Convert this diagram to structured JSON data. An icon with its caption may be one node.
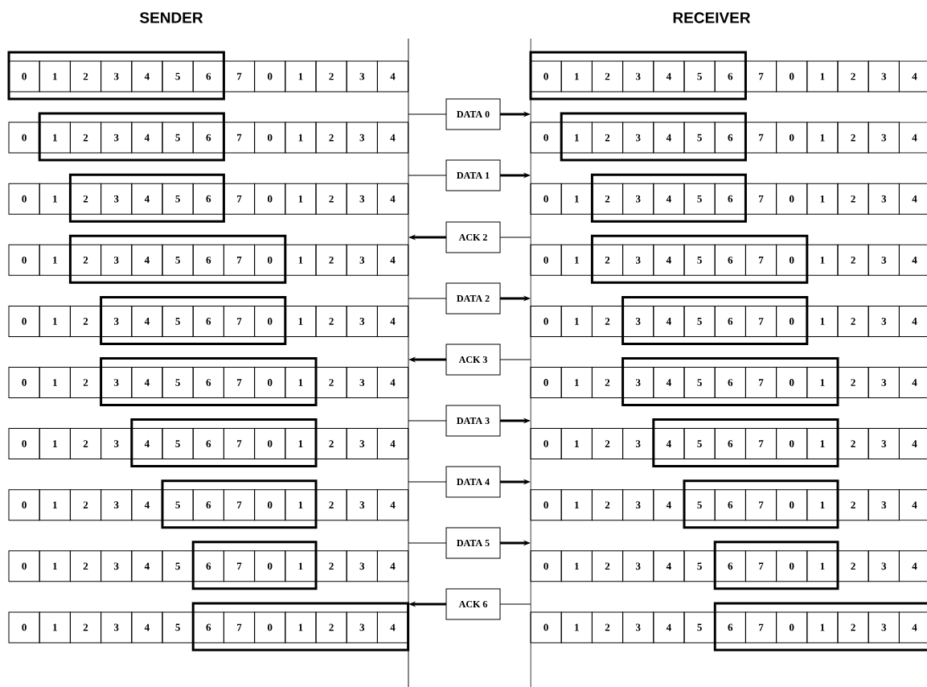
{
  "diagram": {
    "nodes": [
      {
        "text": [],
        "shape": "line"
      },
      {
        "text": [],
        "shape": "line"
      },
      {
        "text": [
          "DATA 0"
        ]
      },
      {
        "text": [
          "DATA 1"
        ]
      },
      {
        "text": [
          "ACK 2"
        ]
      },
      {
        "text": [
          "DATA 2"
        ]
      },
      {
        "text": [
          "ACK 3"
        ]
      },
      {
        "text": [
          "DATA 3"
        ]
      },
      {
        "text": [
          "DATA 4"
        ]
      },
      {
        "text": [
          "DATA 5"
        ]
      },
      {
        "text": [
          "ACK 6"
        ]
      }
    ],
    "edges": [
      {
        "from": 0,
        "to": 2,
        "arrow": "none"
      },
      {
        "from": 2,
        "to": 1,
        "arrow": "to",
        "style": "thick"
      },
      {
        "from": 0,
        "to": 3,
        "arrow": "none"
      },
      {
        "from": 3,
        "to": 1,
        "arrow": "to",
        "style": "thick"
      },
      {
        "from": 1,
        "to": 4,
        "arrow": "none"
      },
      {
        "from": 4,
        "to": 0,
        "arrow": "to",
        "style": "thick"
      },
      {
        "from": 0,
        "to": 5,
        "arrow": "none"
      },
      {
        "from": 5,
        "to": 1,
        "arrow": "to",
        "style": "thick"
      },
      {
        "from": 1,
        "to": 6,
        "arrow": "none"
      },
      {
        "from": 6,
        "to": 0,
        "arrow": "to",
        "style": "thick"
      },
      {
        "from": 0,
        "to": 7,
        "arrow": "none"
      },
      {
        "from": 7,
        "to": 1,
        "arrow": "to",
        "style": "thick"
      },
      {
        "from": 0,
        "to": 8,
        "arrow": "none"
      },
      {
        "from": 8,
        "to": 1,
        "arrow": "to",
        "style": "thick"
      },
      {
        "from": 0,
        "to": 9,
        "arrow": "none"
      },
      {
        "from": 9,
        "to": 1,
        "arrow": "to",
        "style": "thick"
      },
      {
        "from": 1,
        "to": 10,
        "arrow": "none"
      },
      {
        "from": 10,
        "to": 0,
        "arrow": "to",
        "style": "thick"
      }
    ],
    "labels": [
      "SENDER",
      "RECEIVER",
      "0",
      "1",
      "2",
      "3",
      "4",
      "5",
      "6",
      "7",
      "0",
      "1",
      "2",
      "3",
      "4",
      "0",
      "1",
      "2",
      "3",
      "4",
      "5",
      "6",
      "7",
      "0",
      "1",
      "2",
      "3",
      "4",
      "0",
      "1",
      "2",
      "3",
      "4",
      "5",
      "6",
      "7",
      "0",
      "1",
      "2",
      "3",
      "4",
      "0",
      "1",
      "2",
      "3",
      "4",
      "5",
      "6",
      "7",
      "0",
      "1",
      "2",
      "3",
      "4",
      "0",
      "1",
      "2",
      "3",
      "4",
      "5",
      "6",
      "7",
      "0",
      "1",
      "2",
      "3",
      "4",
      "0",
      "1",
      "2",
      "3",
      "4",
      "5",
      "6",
      "7",
      "0",
      "1",
      "2",
      "3",
      "4",
      "0",
      "1",
      "2",
      "3",
      "4",
      "5",
      "6",
      "7",
      "0",
      "1",
      "2",
      "3",
      "4",
      "0",
      "1",
      "2",
      "3",
      "4",
      "5",
      "6",
      "7",
      "0",
      "1",
      "2",
      "3",
      "4",
      "0",
      "1",
      "2",
      "3",
      "4",
      "5",
      "6",
      "7",
      "0",
      "1",
      "2",
      "3",
      "4",
      "0",
      "1",
      "2",
      "3",
      "4",
      "5",
      "6",
      "7",
      "0",
      "1",
      "2",
      "3",
      "4",
      "0",
      "1",
      "2",
      "3",
      "4",
      "5",
      "6",
      "7",
      "0",
      "1",
      "2",
      "3",
      "4",
      "0",
      "1",
      "2",
      "3",
      "4",
      "5",
      "6",
      "7",
      "0",
      "1",
      "2",
      "3",
      "4",
      "0",
      "1",
      "2",
      "3",
      "4",
      "5",
      "6",
      "7",
      "0",
      "1",
      "2",
      "3",
      "4",
      "0",
      "1",
      "2",
      "3",
      "4",
      "5",
      "6",
      "7",
      "0",
      "1",
      "2",
      "3",
      "4",
      "0",
      "1",
      "2",
      "3",
      "4",
      "5",
      "6",
      "7",
      "0",
      "1",
      "2",
      "3",
      "4",
      "0",
      "1",
      "2",
      "3",
      "4",
      "5",
      "6",
      "7",
      "0",
      "1",
      "2",
      "3",
      "4",
      "0",
      "1",
      "2",
      "3",
      "4",
      "5",
      "6",
      "7",
      "0",
      "1",
      "2",
      "3",
      "4",
      "0",
      "1",
      "2",
      "3",
      "4",
      "5",
      "6",
      "7",
      "0",
      "1",
      "2",
      "3",
      "4",
      "0",
      "1",
      "2",
      "3",
      "4",
      "5",
      "6",
      "7",
      "0",
      "1",
      "2",
      "3",
      "4",
      "0",
      "1",
      "2",
      "3",
      "4",
      "5",
      "6",
      "7",
      "0",
      "1",
      "2",
      "3",
      "4"
    ]
  }
}
